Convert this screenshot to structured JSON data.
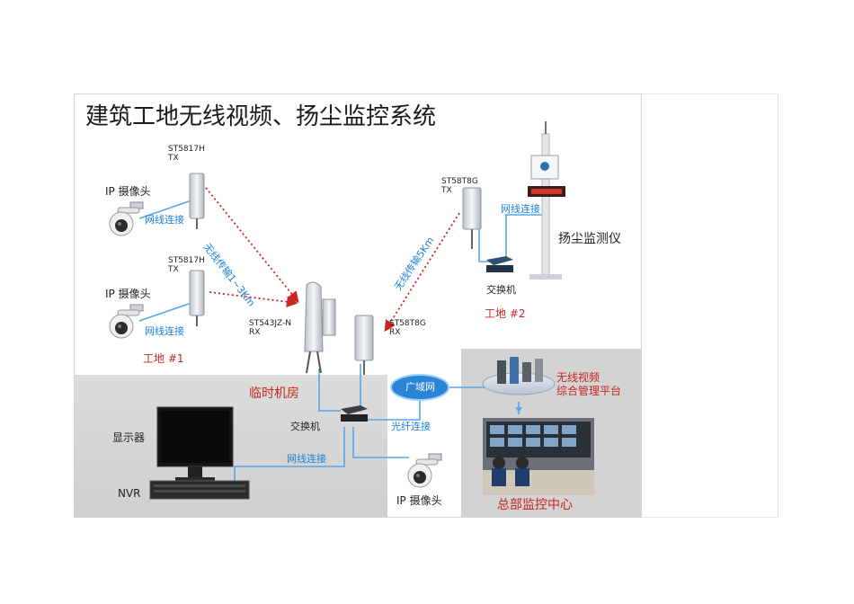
{
  "title": "建筑工地无线视频、扬尘监控系统",
  "devices": {
    "tx1": "ST5817H\nTX",
    "tx2": "ST5817H\nTX",
    "rx_main": "ST543JZ-N\nRX",
    "rx_2": "ST58T8G\nRX",
    "tx_site2": "ST58T8G\nTX"
  },
  "labels": {
    "ip_camera_1": "IP 摄像头",
    "ip_camera_2": "IP 摄像头",
    "ip_camera_3": "IP 摄像头",
    "network_link_1": "网线连接",
    "network_link_2": "网线连接",
    "network_link_3": "网线连接",
    "network_link_4": "网线连接",
    "wireless_1": "无线传输1~3Km",
    "wireless_2": "无线传输5Km",
    "dust_monitor": "扬尘监测仪",
    "switch_site2": "交换机",
    "switch_main": "交换机",
    "site_1": "工地 #1",
    "site_2": "工地 #2",
    "temp_room": "临时机房",
    "wan": "广域网",
    "fiber_link": "光纤连接",
    "platform": "无线视频\n综合管理平台",
    "monitor_center": "总部监控中心",
    "display": "显示器",
    "nvr": "NVR"
  },
  "colors": {
    "wireless_link": "#c8261e",
    "wired_link": "#1c7fd8",
    "label_blue": "#1c7fd8",
    "label_red": "#c8261e"
  }
}
